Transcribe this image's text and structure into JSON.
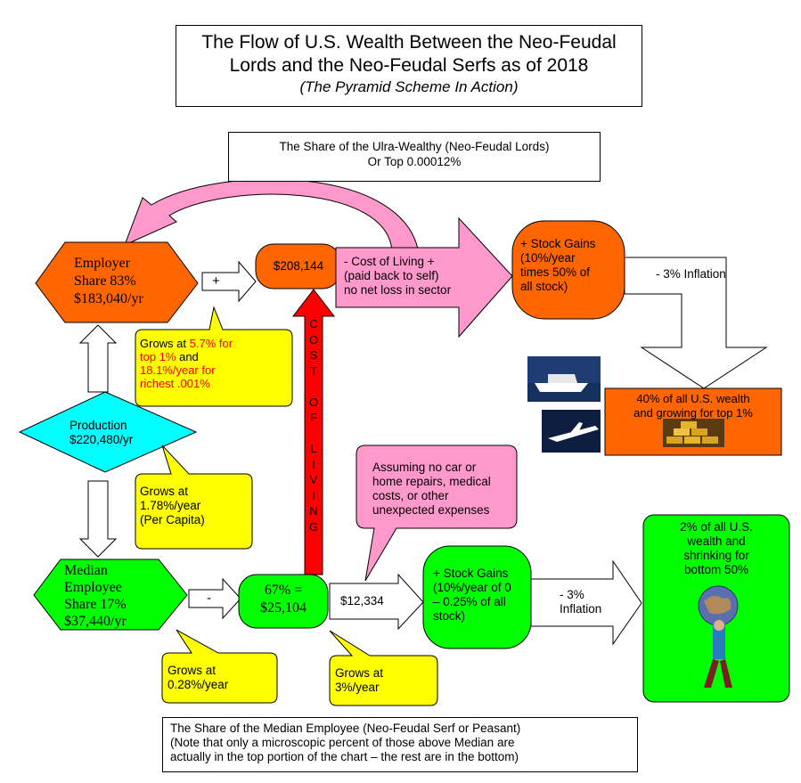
{
  "title": {
    "line1": "The Flow of U.S. Wealth Between the Neo-Feudal",
    "line2": "Lords and the Neo-Feudal Serfs as of 2018",
    "subtitle": "(The Pyramid Scheme In Action)"
  },
  "top_share": {
    "line1": "The Share of the Ulra-Wealthy (Neo-Feudal Lords)",
    "line2": "Or Top 0.00012%"
  },
  "employer": {
    "line1": "Employer",
    "line2": "Share 83%",
    "line3": "$183,040/yr"
  },
  "plus_arrow": "+",
  "top_value": "$208,144",
  "cost_of_living_top": {
    "line1": "- Cost of Living +",
    "line2": "(paid back to self)",
    "line3": "no net loss in sector"
  },
  "stock_gains_top": {
    "line1": "+ Stock Gains",
    "line2": "(10%/year",
    "line3": "times 50% of",
    "line4": "all stock)"
  },
  "inflation_top": "- 3% Inflation",
  "top_wealth": {
    "line1": "40% of all U.S. wealth",
    "line2": "and growing for top 1%"
  },
  "grows_employer": {
    "part1": "Grows at ",
    "red1": "5.7% for",
    "red2": "top 1%",
    "part2": " and",
    "red3": "18.1%/year for",
    "red4": "richest .001%"
  },
  "cost_of_living_vertical": [
    "C",
    "O",
    "S",
    "T",
    "",
    "O",
    "F",
    "",
    "L",
    "I",
    "V",
    "I",
    "N",
    "G"
  ],
  "production": {
    "line1": "Production",
    "line2": "$220,480/yr"
  },
  "grows_production": {
    "line1": "Grows at",
    "line2": "1.78%/year",
    "line3": "(Per Capita)"
  },
  "assumption": {
    "line1": "Assuming no car or",
    "line2": "home repairs, medical",
    "line3": "costs, or other",
    "line4": "unexpected expenses"
  },
  "bottom_wealth": {
    "line1": "2% of all U.S.",
    "line2": "wealth and",
    "line3": "shrinking for",
    "line4": "bottom 50%"
  },
  "median": {
    "line1": "Median",
    "line2": "Employee",
    "line3": "Share 17%",
    "line4": "$37,440/yr"
  },
  "minus_arrow": "-",
  "median_value": {
    "line1": "67% =",
    "line2": "$25,104"
  },
  "bottom_value": "$12,334",
  "stock_gains_bottom": {
    "line1": "+ Stock Gains",
    "line2": "(10%/year of 0",
    "line3": "– 0.25% of all",
    "line4": "stock)"
  },
  "inflation_bottom": {
    "line1": "- 3%",
    "line2": "Inflation"
  },
  "grows_median": {
    "line1": "Grows at",
    "line2": "0.28%/year"
  },
  "grows_value": {
    "line1": "Grows at",
    "line2": "3%/year"
  },
  "bottom_share": {
    "line1": "The Share of the Median Employee (Neo-Feudal Serf or Peasant)",
    "line2": "(Note that only a microscopic percent of those above Median are",
    "line3": "actually in the top portion of the chart – the rest are in the bottom)"
  },
  "colors": {
    "orange": "#ff6600",
    "pink": "#ff99cc",
    "yellow": "#ffff00",
    "cyan": "#00ffff",
    "green": "#00ff00",
    "red": "#ff0000"
  }
}
